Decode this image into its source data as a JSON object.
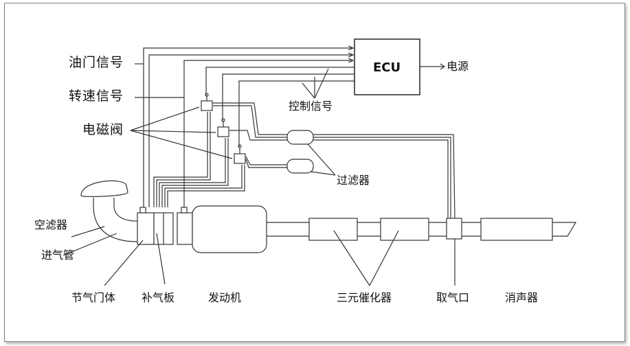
{
  "labels": {
    "throttle_signal": "油门信号",
    "speed_signal": "转速信号",
    "solenoid_valve": "电磁阀",
    "ecu": "ECU",
    "power": "电源",
    "control_signal": "控制信号",
    "filter": "过滤器",
    "air_filter": "空滤器",
    "intake_pipe": "进气管",
    "throttle_body": "节气门体",
    "air_supply_plate": "补气板",
    "engine": "发动机",
    "catalytic_converter": "三元催化器",
    "sampling_port": "取气口",
    "muffler": "消声器"
  }
}
